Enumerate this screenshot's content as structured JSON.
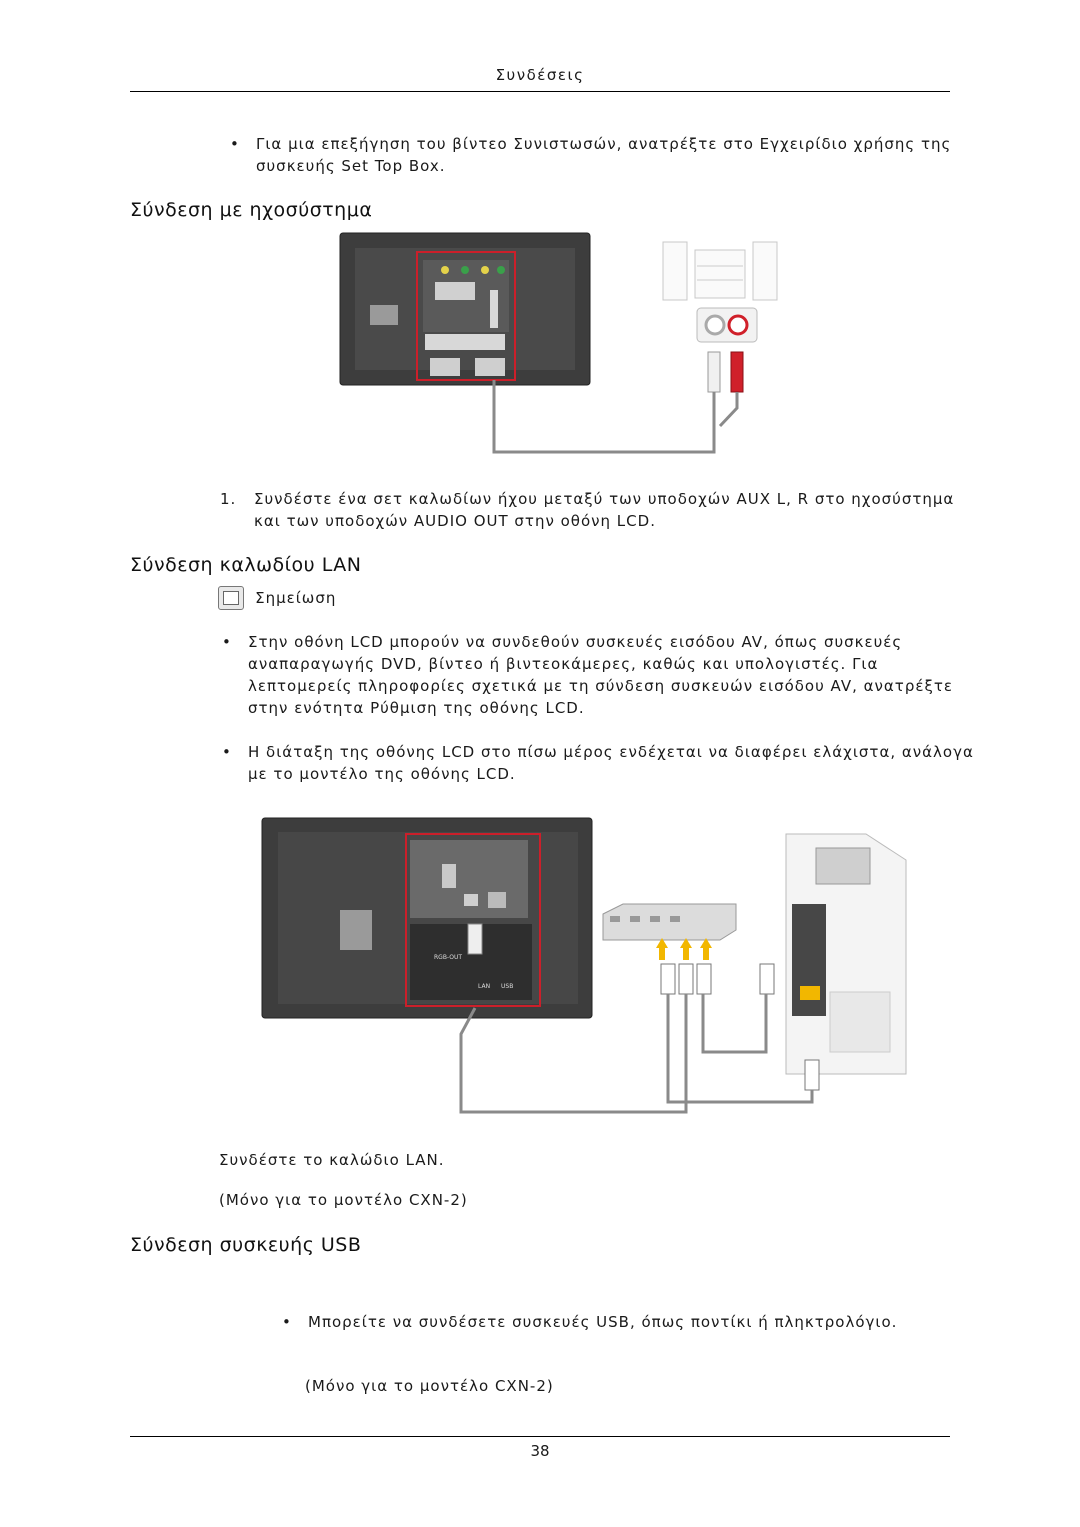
{
  "header": {
    "section_title": "Συνδέσεις"
  },
  "intro_bullet": "Για μια επεξήγηση του βίντεο Συνιστωσών, ανατρέξτε στο Εγχειρίδιο χρήσης της συσκευής Set Top Box.",
  "section_audio": {
    "heading": "Σύνδεση με ηχοσύστημα",
    "step_number": "1.",
    "step_text": "Συνδέστε ένα σετ καλωδίων ήχου μεταξύ των υποδοχών AUX L, R στο ηχοσύστημα και των υποδοχών AUDIO OUT στην οθόνη LCD."
  },
  "section_lan": {
    "heading": "Σύνδεση καλωδίου LAN",
    "note_label": "Σημείωση",
    "bullets": [
      "Στην οθόνη LCD μπορούν να συνδεθούν συσκευές εισόδου AV, όπως συσκευές αναπαραγωγής DVD, βίντεο ή βιντεοκάμερες, καθώς και υπολογιστές. Για λεπτομερείς πληροφορίες σχετικά με τη σύνδεση συσκευών εισόδου AV, ανατρέξτε στην ενότητα Ρύθμιση της οθόνης LCD.",
      "Η διάταξη της οθόνης LCD στο πίσω μέρος ενδέχεται να διαφέρει ελάχιστα, ανάλογα με το μοντέλο της οθόνης LCD."
    ],
    "caption": "Συνδέστε το καλώδιο LAN.",
    "model_note": "(Μόνο για το μοντέλο CXN-2)",
    "diagram_labels": {
      "port_rgb_out": "RGB-OUT",
      "port_lan": "LAN",
      "port_usb": "USB"
    }
  },
  "section_usb": {
    "heading": "Σύνδεση συσκευής USB",
    "bullet": "Μπορείτε να συνδέσετε συσκευές USB, όπως ποντίκι ή πληκτρολόγιο.",
    "model_note": "(Μόνο για το μοντέλο CXN-2)"
  },
  "footer": {
    "page_number": "38"
  },
  "colors": {
    "highlight_red": "#cc1f2a",
    "cable_gray": "#8a8a8a",
    "panel_dark": "#3a3a3a",
    "arrow_yellow": "#f2b700",
    "rca_red": "#d0202a"
  }
}
